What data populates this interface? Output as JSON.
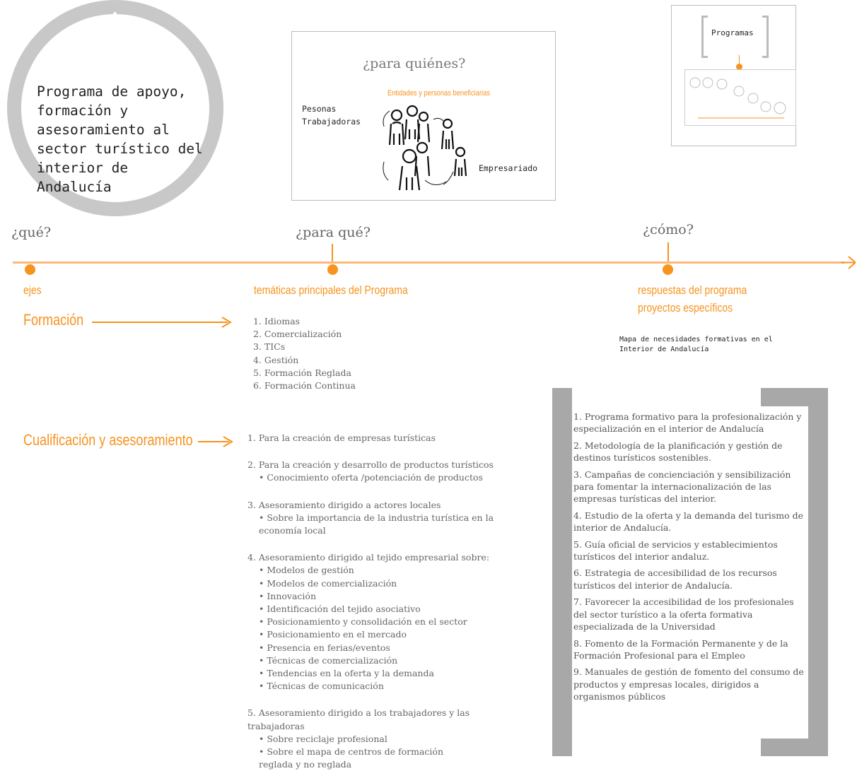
{
  "circle": {
    "title": "Programa de apoyo, formación y asesoramiento al sector turístico del interior de Andalucía"
  },
  "frame_who": {
    "question": "¿para quiénes?",
    "subtitle": "Entidades y personas beneficiarias",
    "left_label": "Pesonas Trabajadoras",
    "right_label": "Empresariado"
  },
  "frame_programs": {
    "label": "Programas"
  },
  "timeline": {
    "q1": "¿qué?",
    "q2": "¿para qué?",
    "q3": "¿cómo?",
    "col1_header": "ejes",
    "col2_header": "temáticas principales del Programa",
    "col3_header_1": "respuestas del programa",
    "col3_header_2": "proyectos específicos",
    "accent_color": "#f7931e"
  },
  "axes": {
    "formacion": "Formación",
    "cualificacion": "Cualificación y asesoramiento"
  },
  "tematicas": [
    "1. Idiomas",
    "2. Comercialización",
    "3. TICs",
    "4. Gestión",
    "5. Formación Reglada",
    "6. Formación Continua"
  ],
  "asesoramiento": {
    "item1": "1. Para la creación de empresas turísticas",
    "item2": "2. Para la creación y desarrollo de productos turísticos",
    "item2_sub": "• Conocimiento oferta /potenciación de productos",
    "item3": "3. Asesoramiento dirigido a actores locales",
    "item3_sub": "• Sobre la importancia de la industria turística en la economía local",
    "item4": "4. Asesoramiento dirigido al tejido empresarial sobre:",
    "item4_subs": [
      "• Modelos de gestión",
      "• Modelos de comercialización",
      "• Innovación",
      "• Identificación del tejido asociativo",
      "• Posicionamiento y consolidación en el sector",
      "• Posicionamiento en el mercado",
      "• Presencia en ferias/eventos",
      "• Técnicas de comercialización",
      "• Tendencias en la oferta y la demanda",
      "• Técnicas de comunicación"
    ],
    "item5": "5. Asesoramiento dirigido a los trabajadores y las trabajadoras",
    "item5_subs": [
      "• Sobre reciclaje profesional",
      "• Sobre el mapa de centros de formación reglada y no reglada"
    ]
  },
  "mapa_note": "Mapa de necesidades formativas en el Interior de Andalucía",
  "proyectos": [
    "1. Programa formativo para la profesionalización y especialización en el interior de Andalucía",
    "2. Metodología de la planificación y gestión de destinos turísticos sostenibles.",
    "3. Campañas de concienciación y sensibilización para fomentar la internacionalización de las empresas turísticas del interior.",
    "4. Estudio de la oferta y la demanda del turismo de interior de Andalucía.",
    "5.  Guía oficial de servicios y establecimientos turísticos del interior andaluz.",
    "6.  Estrategia de accesibilidad de los recursos turísticos del interior de Andalucía.",
    "7. Favorecer la accesibilidad de los profesionales del sector turístico a la oferta formativa especializada de la Universidad",
    "8. Fomento de la Formación Permanente y de la Formación Profesional para el Empleo",
    "9. Manuales de gestión de fomento del consumo de productos y empresas locales, dirigidos a organismos públicos"
  ]
}
